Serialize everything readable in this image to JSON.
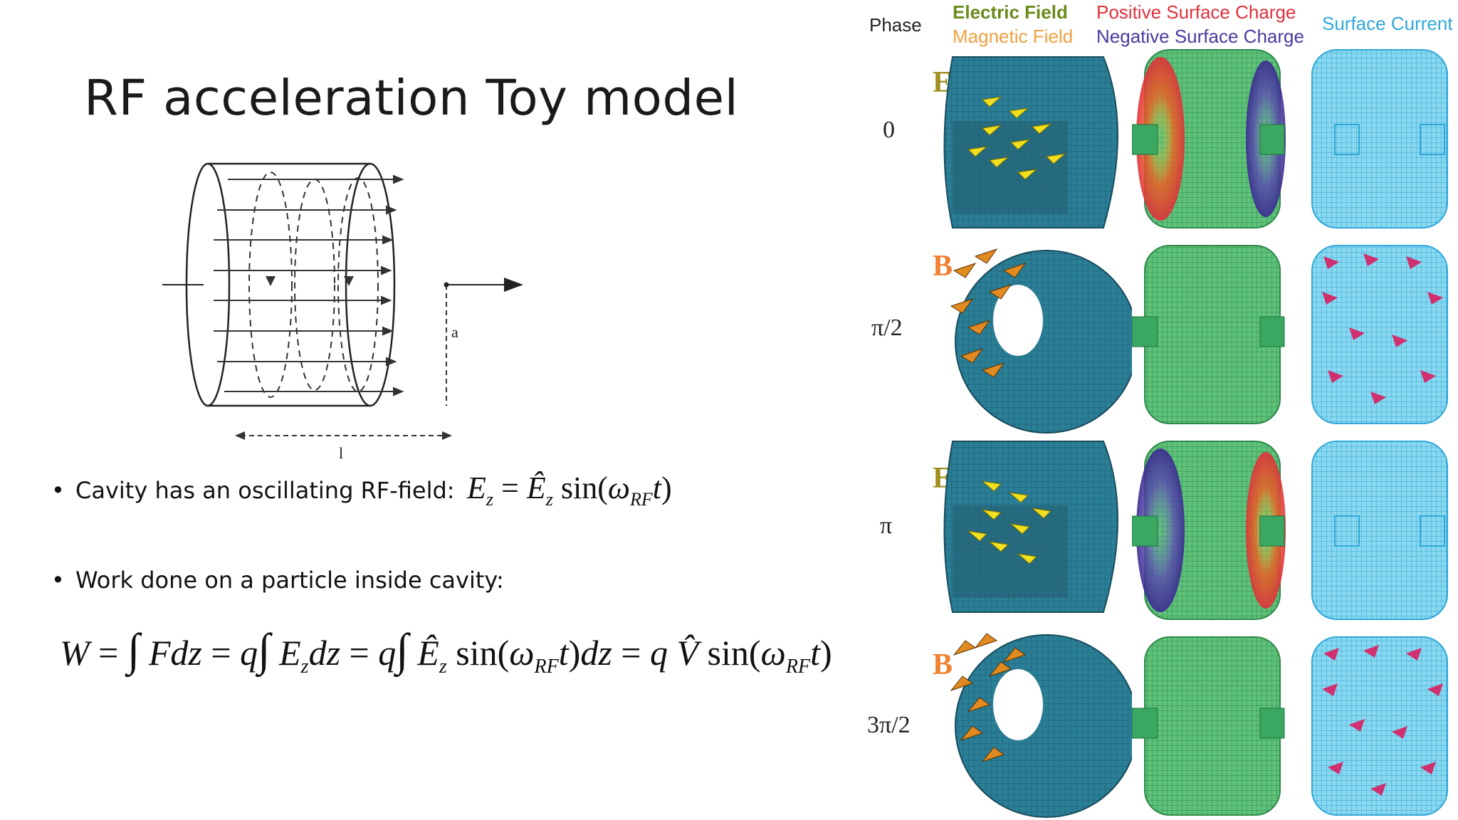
{
  "slide": {
    "title": "RF acceleration Toy model"
  },
  "diagram": {
    "label_radius": "a",
    "label_length": "l"
  },
  "bullets": [
    {
      "text": "Cavity has an oscillating RF-field:"
    },
    {
      "text": "Work done on a particle inside cavity:"
    }
  ],
  "formulas": {
    "field": "Eᶻ = Êᶻ sin(ω_RF t)",
    "work": "W = ∫ F dz = q∫ E_z dz = q∫ Ê_z sin(ω_RF t) dz = q V̂ sin(ω_RF t)"
  },
  "figure": {
    "header_phase": "Phase",
    "legend_electric": "Electric Field",
    "legend_magnetic": "Magnetic Field",
    "legend_positive": "Positive Surface Charge",
    "legend_negative": "Negative Surface Charge",
    "legend_current": "Surface Current",
    "rows": [
      {
        "phase": "0",
        "field": "E"
      },
      {
        "phase": "π/2",
        "field": "B"
      },
      {
        "phase": "π",
        "field": "E"
      },
      {
        "phase": "3π/2",
        "field": "B"
      }
    ],
    "colors": {
      "electric": "#6a8a1a",
      "magnetic": "#f0a040",
      "positive": "#e0303a",
      "negative": "#4a3aa0",
      "current": "#30a8d8",
      "cavity_body": "#2a7e96",
      "mesh_green": "#3aa860",
      "arrow_yellow": "#f0e020",
      "arrow_pink": "#d03070"
    }
  }
}
